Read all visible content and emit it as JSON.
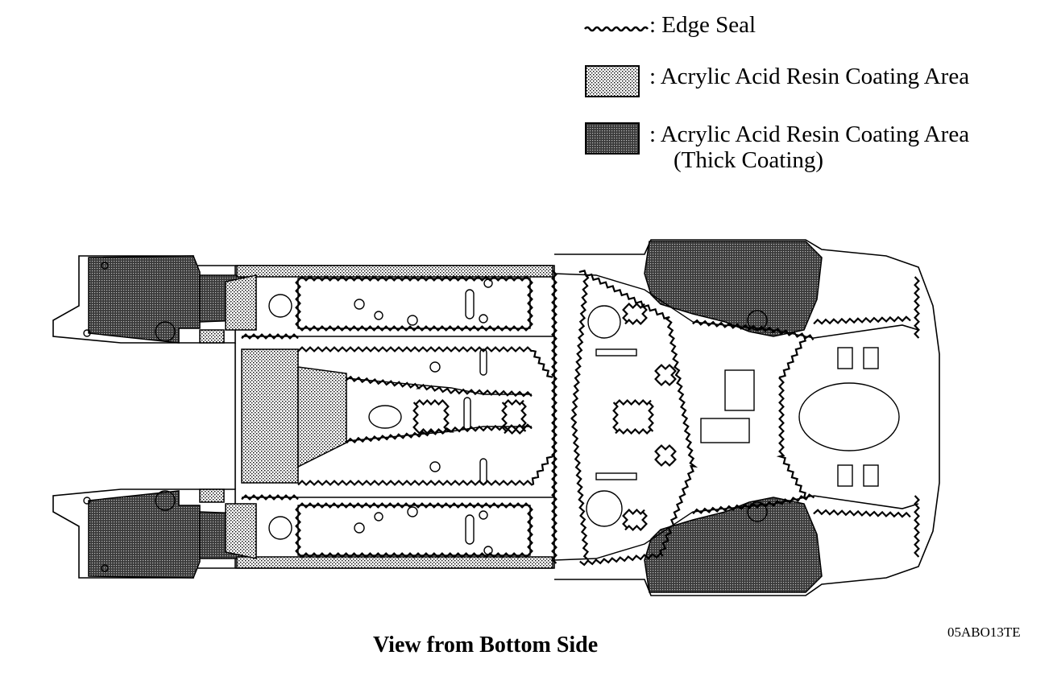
{
  "legend": {
    "edge_seal": ": Edge Seal",
    "coating": ": Acrylic Acid Resin Coating Area",
    "thick_coating_line1": ": Acrylic Acid Resin Coating Area",
    "thick_coating_line2": "(Thick Coating)"
  },
  "caption": "View from Bottom Side",
  "figure_code": "05ABO13TE",
  "colors": {
    "line": "#000000",
    "light_fill": "#cfcfcf",
    "dark_fill": "#6a6a6a"
  }
}
